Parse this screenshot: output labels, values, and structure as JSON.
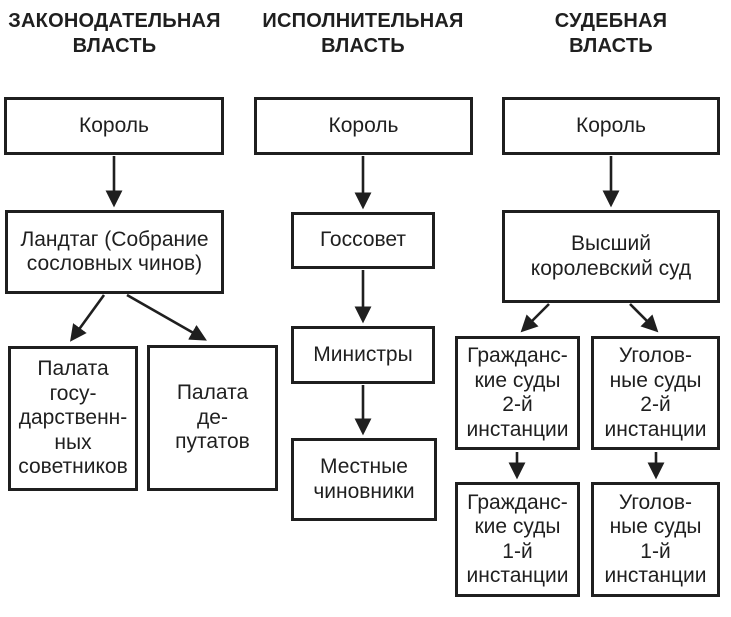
{
  "diagram": {
    "headers": [
      {
        "label": "ЗАКОНОДАТЕЛЬНАЯ\nВЛАСТЬ"
      },
      {
        "label": "ИСПОЛНИТЕЛЬНАЯ\nВЛАСТЬ"
      },
      {
        "label": "СУДЕБНАЯ\nВЛАСТЬ"
      }
    ],
    "nodes": {
      "leg_king": "Король",
      "landtag": "Ландтаг (Собрание\nсословных чинов)",
      "chamber_councilors": "Палата\nгосу-\nдарственн-\nных\nсоветников",
      "chamber_deputies": "Палата\nде-\nпутатов",
      "exec_king": "Король",
      "gossovet": "Госсовет",
      "ministers": "Министры",
      "local_officials": "Местные\nчиновники",
      "jud_king": "Король",
      "high_court": "Высший\nкоролевский суд",
      "civil_courts_2": "Гражданс-\nкие суды\n2-й\nинстанции",
      "criminal_courts_2": "Уголов-\nные суды\n2-й\nинстанции",
      "civil_courts_1": "Гражданс-\nкие суды\n1-й\nинстанции",
      "criminal_courts_1": "Уголов-\nные суды\n1-й\nинстанции"
    },
    "colors": {
      "line": "#1f1f1f",
      "text": "#1f1f1f",
      "background": "#ffffff"
    }
  }
}
